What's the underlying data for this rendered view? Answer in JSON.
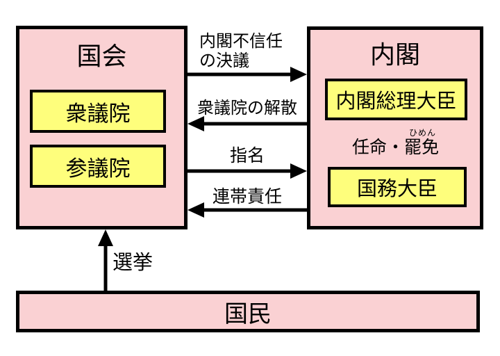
{
  "colors": {
    "box_fill_pink": "#fad1d3",
    "box_fill_yellow": "#fefe7c",
    "border": "#000000",
    "background": "#ffffff",
    "text": "#000000"
  },
  "diet": {
    "title": "国会",
    "houses": [
      {
        "label": "衆議院"
      },
      {
        "label": "参議院"
      }
    ]
  },
  "cabinet": {
    "title": "内閣",
    "prime_minister_label": "内閣総理大臣",
    "minister_label": "国務大臣",
    "appointment": {
      "label": "任命・罷免",
      "furigana": "ひめん",
      "from": "内閣総理大臣",
      "to": "国務大臣"
    }
  },
  "people": {
    "label": "国民"
  },
  "relations": {
    "no_confidence": {
      "line1": "内閣不信任",
      "line2": "の決議",
      "from": "国会",
      "to": "内閣"
    },
    "dissolution": {
      "label": "衆議院の解散",
      "from": "内閣",
      "to": "国会"
    },
    "nomination": {
      "label": "指名",
      "from": "国会",
      "to": "内閣"
    },
    "joint_responsibility": {
      "label": "連帯責任",
      "from": "内閣",
      "to": "国会"
    },
    "election": {
      "label": "選挙",
      "from": "国民",
      "to": "国会"
    }
  }
}
